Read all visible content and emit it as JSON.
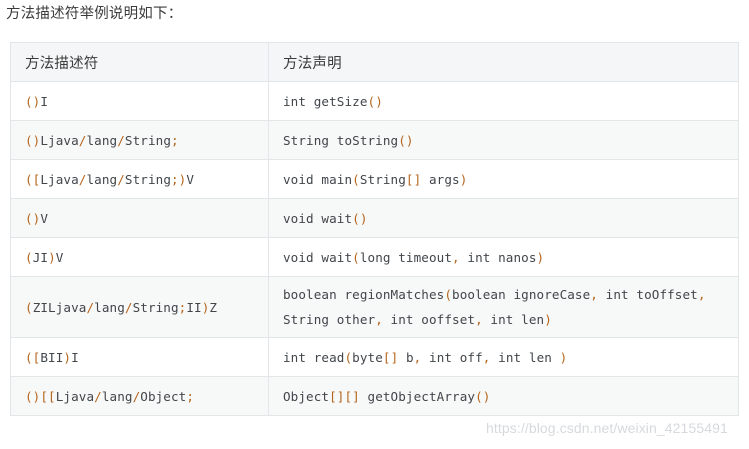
{
  "page": {
    "title": "方法描述符举例说明如下：",
    "watermark": "https://blog.csdn.net/weixin_42155491",
    "accent_punctuation_color": "#b5651d",
    "text_color": "#41464b",
    "header_background": "#f5f6f7",
    "stripe_background": "#f7f8f8",
    "border_color": "#e3e6e8"
  },
  "table": {
    "columns": [
      {
        "label": "方法描述符"
      },
      {
        "label": "方法声明"
      }
    ],
    "rows": [
      {
        "descriptor": "()I",
        "declaration": "int getSize()"
      },
      {
        "descriptor": "()Ljava/lang/String;",
        "declaration": "String toString()"
      },
      {
        "descriptor": "([Ljava/lang/String;)V",
        "declaration": "void main(String[] args)"
      },
      {
        "descriptor": "()V",
        "declaration": "void wait()"
      },
      {
        "descriptor": "(JI)V",
        "declaration": "void wait(long timeout, int nanos)"
      },
      {
        "descriptor": "(ZILjava/lang/String;II)Z",
        "declaration": "boolean regionMatches(boolean ignoreCase, int toOffset, String other, int ooffset, int len)",
        "tall": true
      },
      {
        "descriptor": "([BII)I",
        "declaration": "int read(byte[] b, int off, int len )"
      },
      {
        "descriptor": "()[[Ljava/lang/Object;",
        "declaration": "Object[][] getObjectArray()"
      }
    ]
  }
}
